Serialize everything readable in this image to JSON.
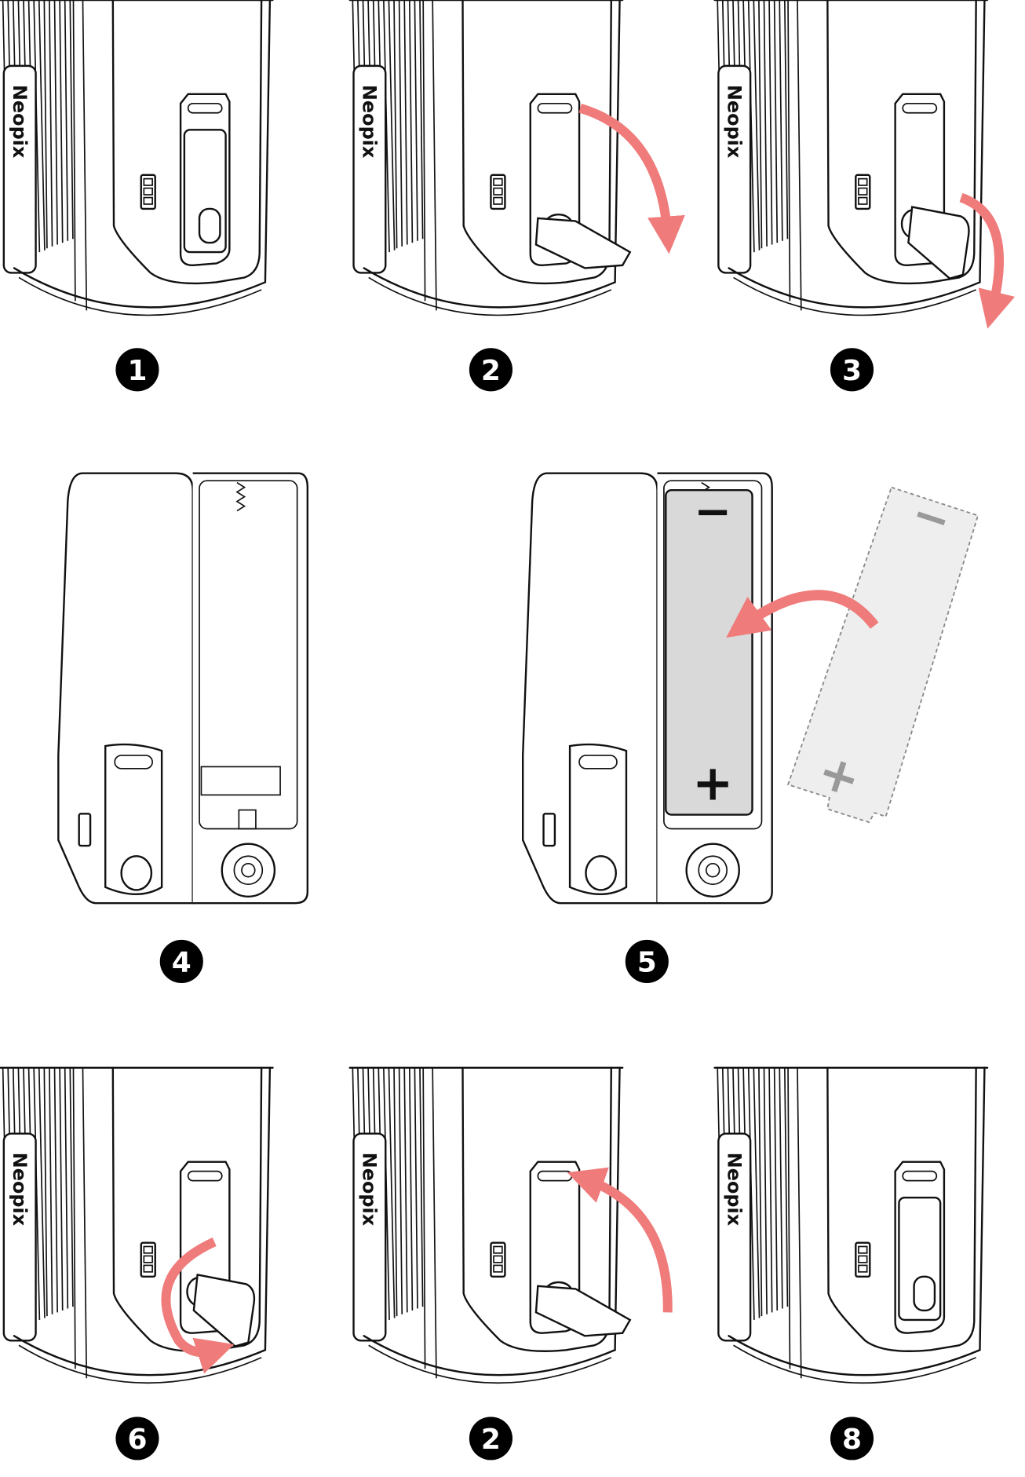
{
  "title": "Battery replacement steps",
  "brand_logo": "Neopix",
  "colors": {
    "arrow": "#ef7b7b",
    "battery_fill": "#d9d9d9",
    "battery_ghost": "#eeeeee",
    "ink": "#111111",
    "ghost_sign": "#999999"
  },
  "steps": [
    {
      "label": "1",
      "state": "latch-closed"
    },
    {
      "label": "2",
      "state": "latch-lifted",
      "arrow": "clockwise-down"
    },
    {
      "label": "3",
      "state": "key-turned",
      "arrow": "clockwise-down"
    },
    {
      "label": "4",
      "state": "compartment-open-empty"
    },
    {
      "label": "5",
      "state": "insert-battery",
      "arrow": "insert",
      "battery_minus": "−",
      "battery_plus": "+"
    },
    {
      "label": "6",
      "state": "key-turned",
      "arrow": "counterclockwise"
    },
    {
      "label": "2",
      "state": "latch-lifted",
      "arrow": "up"
    },
    {
      "label": "8",
      "state": "latch-closed"
    }
  ]
}
